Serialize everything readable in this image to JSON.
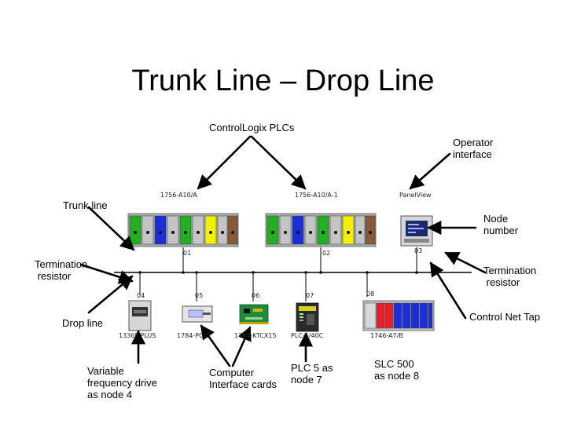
{
  "title": "Trunk Line – Drop Line",
  "labels": {
    "controllogix": "ControlLogix PLCs",
    "operator": "Operator\ninterface",
    "trunk": "Trunk line",
    "node_number": "Node\nnumber",
    "term_left": "Termination\n resistor",
    "term_right": "Termination\n resistor",
    "control_net_tap": "Control Net Tap",
    "drop_line": "Drop line",
    "vfd": "Variable\nfrequency drive\nas node 4",
    "computer": "Computer\nInterface cards",
    "plc5": "PLC 5 as\nnode 7",
    "slc500": "SLC 500\nas node 8"
  },
  "device_tags": {
    "rack1_model": "1756-A10/A",
    "rack2_model": "1756-A10/A-1",
    "panelview": "PanelView",
    "node_01": "01",
    "node_02": "02",
    "node_03": "03",
    "node_04": "04",
    "node_05": "05",
    "node_06": "06",
    "node_07": "07",
    "node_08": "08",
    "drive_model": "1336F PLUS",
    "pcmcia_model": "1784-PCIC",
    "pc_card_model": "1784-KTCX15",
    "plc5_model": "PLC-5/40C",
    "slc_model": "1746-A7/B"
  },
  "colors": {
    "green": "#22b022",
    "blue": "#1c2fd6",
    "yellow": "#f4f000",
    "brown": "#8a5a36",
    "red": "#e8202a",
    "slot_gray": "#c4c4c4",
    "rack_gray": "#a9b0b0",
    "line": "#000000"
  }
}
